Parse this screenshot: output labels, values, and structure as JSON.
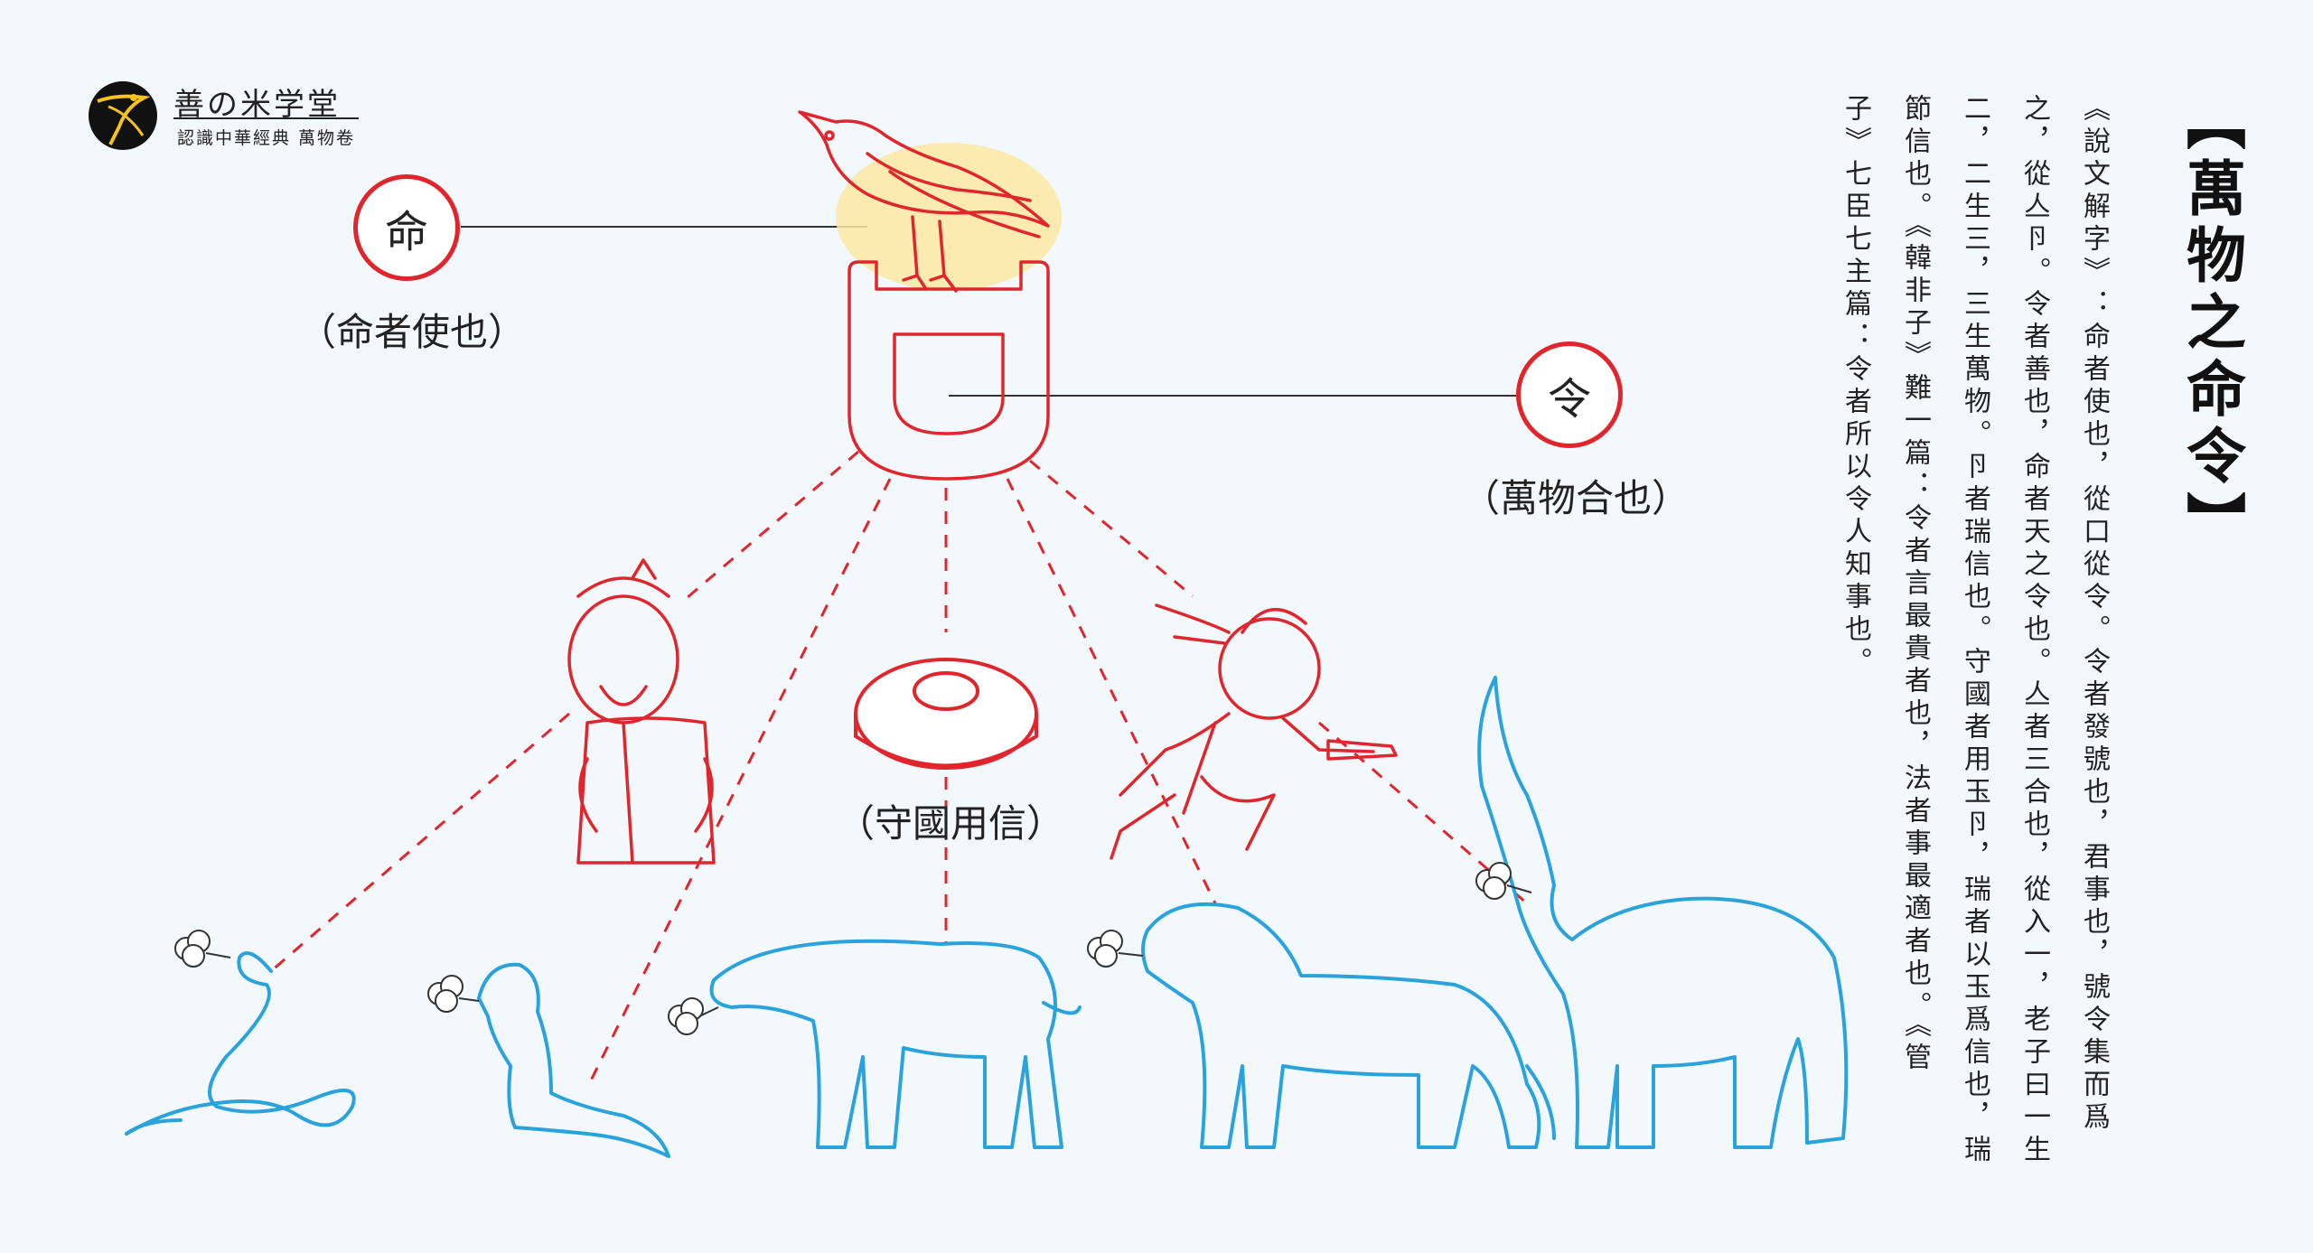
{
  "brand": {
    "name": "善の米学堂",
    "subtitle": "認識中華經典 萬物卷"
  },
  "title": "【萬物之命令】",
  "labels": {
    "ming_char": "命",
    "ming_caption": "（命者使也）",
    "ling_char": "令",
    "ling_caption": "（萬物合也）",
    "jade_caption": "（守國用信）"
  },
  "text_columns": [
    "《說文解字》：命者使也，從口從令。令者發號也，君事也，號令集而爲",
    "之，從亼卪。令者善也，命者天之令也。亼者三合也，從入一，老子曰一生",
    "二，二生三，三生萬物。卪者瑞信也。守國者用玉卪，瑞者以玉爲信也，瑞",
    "節信也。《韓非子》難一篇：令者言最貴者也，法者事最適者也。《管",
    "子》七臣七主篇：令者所以令人知事也。"
  ],
  "colors": {
    "background": "#f3f8fc",
    "red": "#e0262c",
    "blue": "#2aa3dc",
    "highlight": "#fbe9a3"
  },
  "icons": [
    "bird-logo-icon",
    "crow-icon",
    "seal-icon",
    "jade-disc-icon",
    "sage-icon",
    "warrior-icon",
    "snake-icon",
    "weasel-icon",
    "horse-icon",
    "lion-icon",
    "elephant-icon"
  ]
}
